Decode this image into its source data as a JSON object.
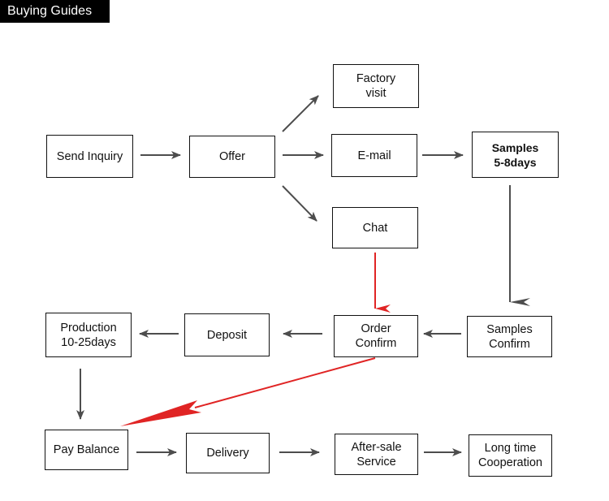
{
  "header": {
    "title": "Buying Guides"
  },
  "colors": {
    "arrow": "#4d4d4d",
    "highlight_arrow": "#e02424",
    "box_border": "#111111",
    "header_bg": "#000000"
  },
  "nodes": {
    "send_inquiry": "Send Inquiry",
    "offer": "Offer",
    "factory_visit": "Factory\nvisit",
    "email": "E-mail",
    "chat": "Chat",
    "samples": "Samples\n5-8days",
    "samples_confirm": "Samples\nConfirm",
    "order_confirm": "Order\nConfirm",
    "deposit": "Deposit",
    "production": "Production\n10-25days",
    "pay_balance": "Pay Balance",
    "delivery": "Delivery",
    "after_sale": "After-sale\nService",
    "long_time": "Long time\nCooperation"
  },
  "edges": [
    {
      "from": "send_inquiry",
      "to": "offer",
      "style": "normal"
    },
    {
      "from": "offer",
      "to": "factory_visit",
      "style": "normal"
    },
    {
      "from": "offer",
      "to": "email",
      "style": "normal"
    },
    {
      "from": "offer",
      "to": "chat",
      "style": "normal"
    },
    {
      "from": "email",
      "to": "samples",
      "style": "normal"
    },
    {
      "from": "samples",
      "to": "samples_confirm",
      "style": "normal"
    },
    {
      "from": "samples_confirm",
      "to": "order_confirm",
      "style": "normal"
    },
    {
      "from": "chat",
      "to": "order_confirm",
      "style": "highlight"
    },
    {
      "from": "order_confirm",
      "to": "deposit",
      "style": "normal"
    },
    {
      "from": "deposit",
      "to": "production",
      "style": "normal"
    },
    {
      "from": "production",
      "to": "pay_balance",
      "style": "normal"
    },
    {
      "from": "order_confirm",
      "to": "pay_balance",
      "style": "highlight"
    },
    {
      "from": "pay_balance",
      "to": "delivery",
      "style": "normal"
    },
    {
      "from": "delivery",
      "to": "after_sale",
      "style": "normal"
    },
    {
      "from": "after_sale",
      "to": "long_time",
      "style": "normal"
    }
  ]
}
